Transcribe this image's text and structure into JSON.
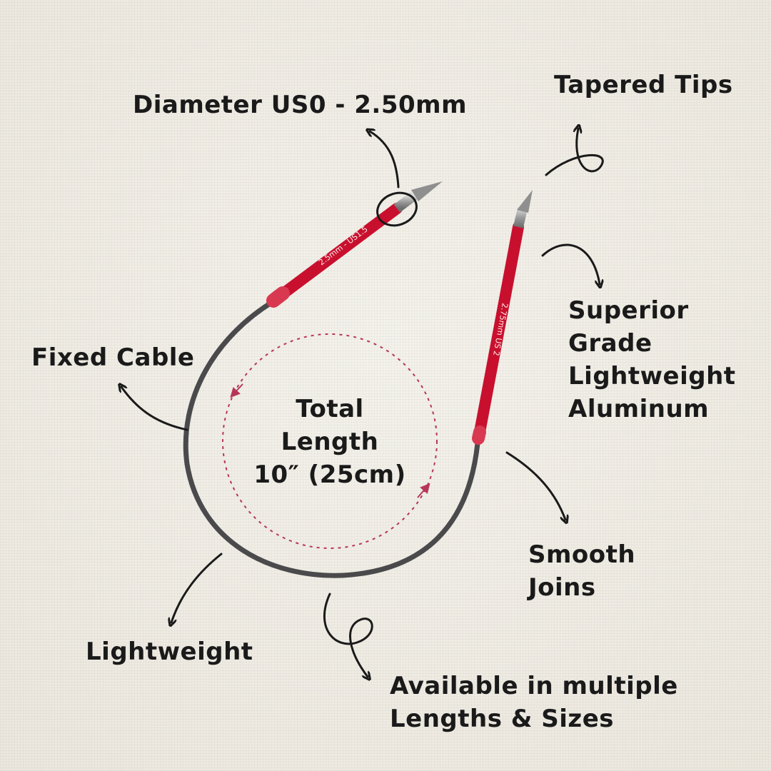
{
  "labels": {
    "diameter": "Diameter US0 - 2.50mm",
    "tapered_tips": "Tapered Tips",
    "fixed_cable": "Fixed Cable",
    "superior": [
      "Superior",
      "Grade",
      "Lightweight",
      "Aluminum"
    ],
    "total_length": [
      "Total",
      "Length",
      "10″ (25cm)"
    ],
    "smooth_joins": [
      "Smooth",
      "Joins"
    ],
    "lightweight": "Lightweight",
    "available": [
      "Available in multiple",
      "Lengths & Sizes"
    ]
  },
  "needle_imprints": {
    "left": "2.5mm - US1.5",
    "right": "2.75mm US 2"
  },
  "colors": {
    "needle_red": "#c8102e",
    "cable_gray": "#4a4a4c",
    "text": "#1a1a1a",
    "dotted_circle": "#b5365a"
  }
}
